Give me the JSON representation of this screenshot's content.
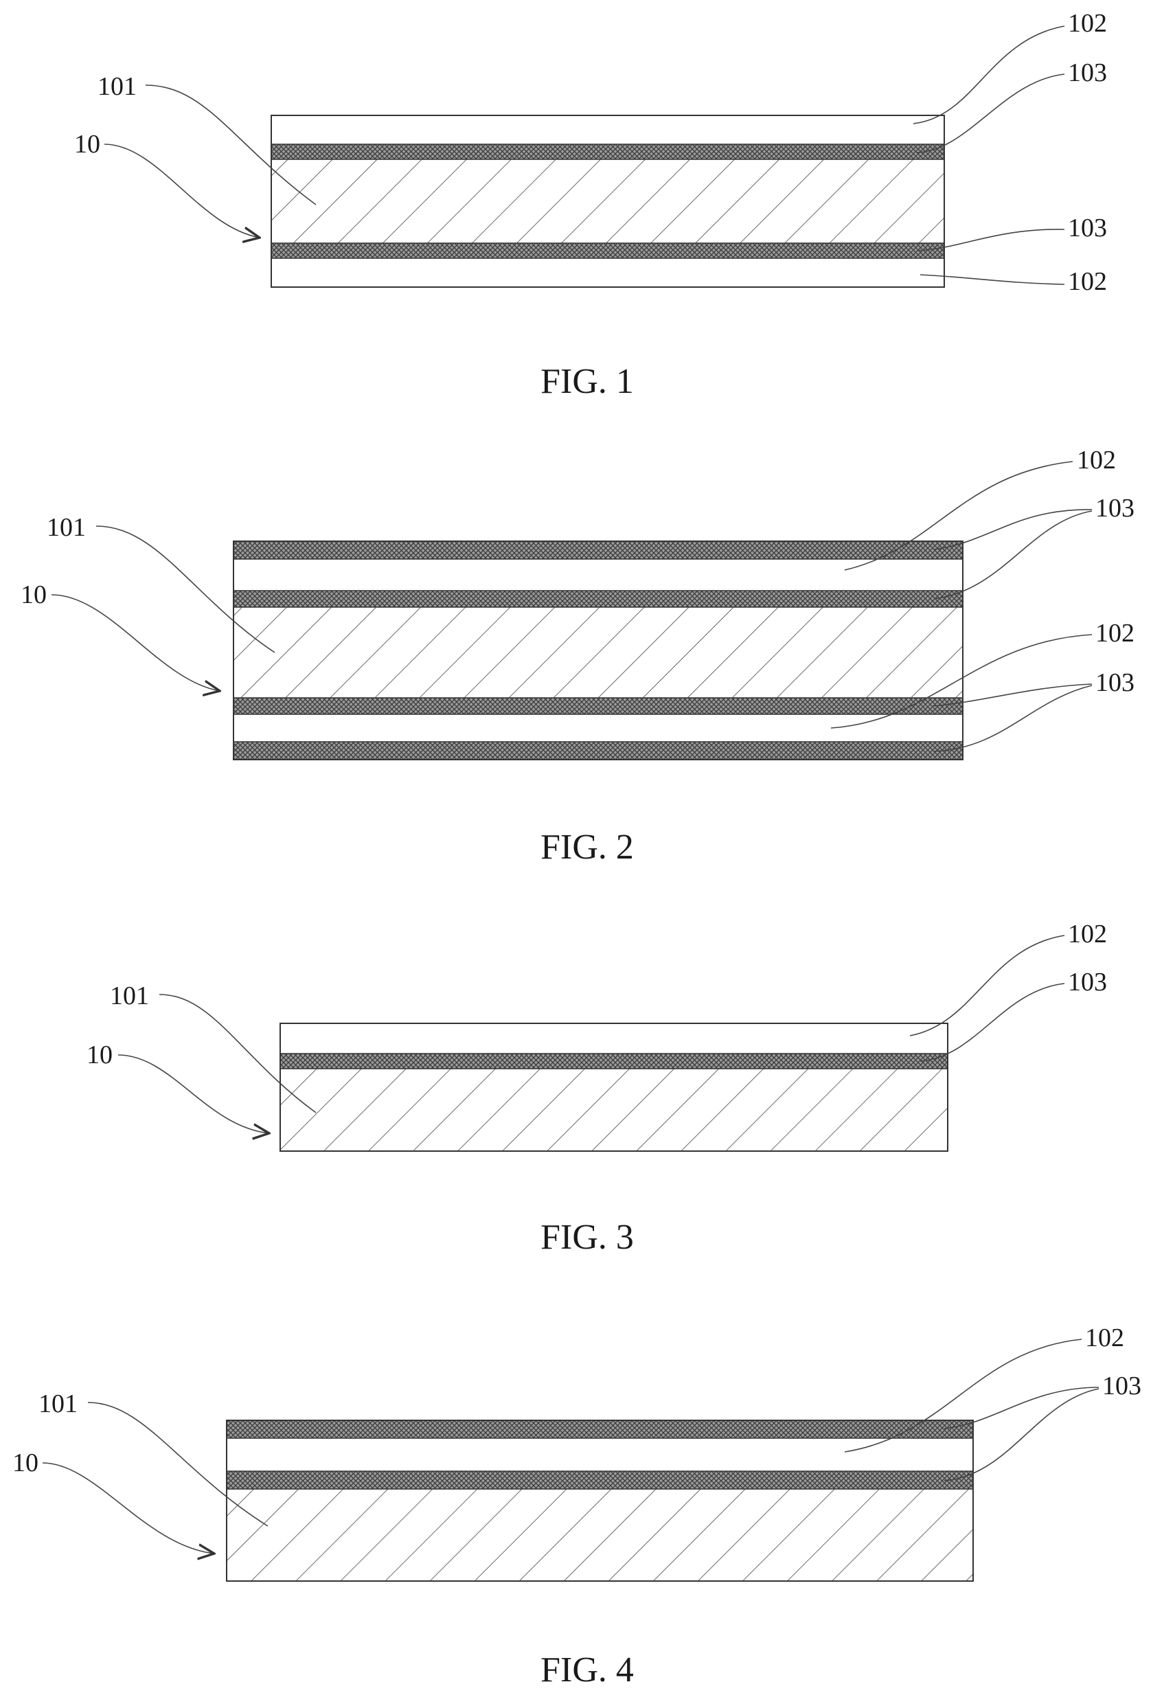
{
  "figures": [
    {
      "caption": "FIG. 1",
      "labels": {
        "assembly": "10",
        "core": "101",
        "outer_top": "102",
        "coat_top": "103",
        "coat_bottom": "103",
        "outer_bottom": "102"
      }
    },
    {
      "caption": "FIG. 2",
      "labels": {
        "assembly": "10",
        "core": "101",
        "outer_top": "102",
        "coat_top": "103",
        "outer_bottom": "102",
        "coat_bottom": "103"
      }
    },
    {
      "caption": "FIG. 3",
      "labels": {
        "assembly": "10",
        "core": "101",
        "outer_top": "102",
        "coat_top": "103"
      }
    },
    {
      "caption": "FIG. 4",
      "labels": {
        "assembly": "10",
        "core": "101",
        "outer_top": "102",
        "coat_top": "103"
      }
    }
  ],
  "colors": {
    "ink": "#1a1a1a",
    "stroke": "#333333",
    "crosshatch": "#555555",
    "background": "#ffffff"
  }
}
